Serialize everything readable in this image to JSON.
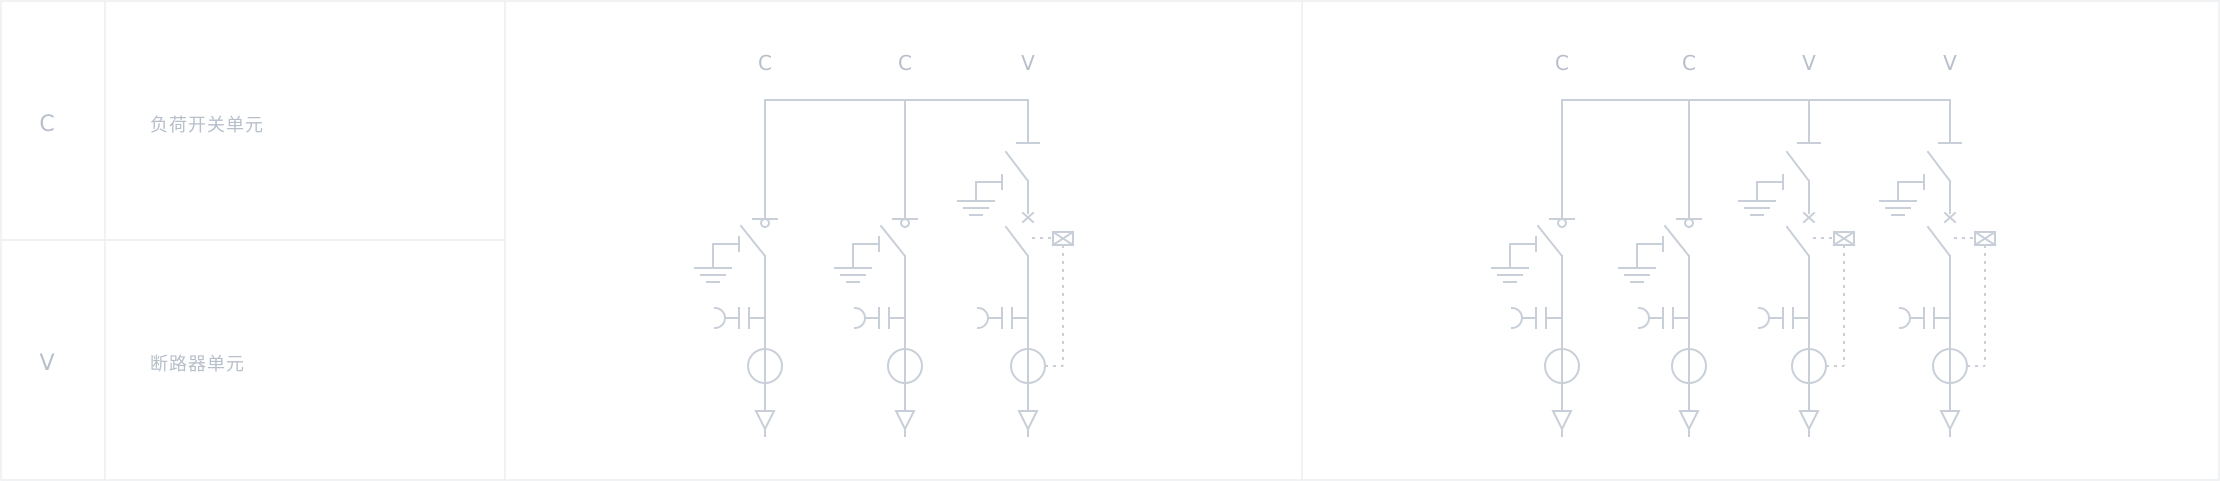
{
  "legend": {
    "rows": [
      {
        "code": "C",
        "label": "负荷开关单元"
      },
      {
        "code": "V",
        "label": "断路器单元"
      }
    ]
  },
  "diagrams": [
    {
      "units": [
        "C",
        "C",
        "V"
      ]
    },
    {
      "units": [
        "C",
        "C",
        "V",
        "V"
      ]
    }
  ],
  "colors": {
    "line": "#c9cfd8",
    "text": "#b7bfcb",
    "grid": "#e9ecf0"
  }
}
